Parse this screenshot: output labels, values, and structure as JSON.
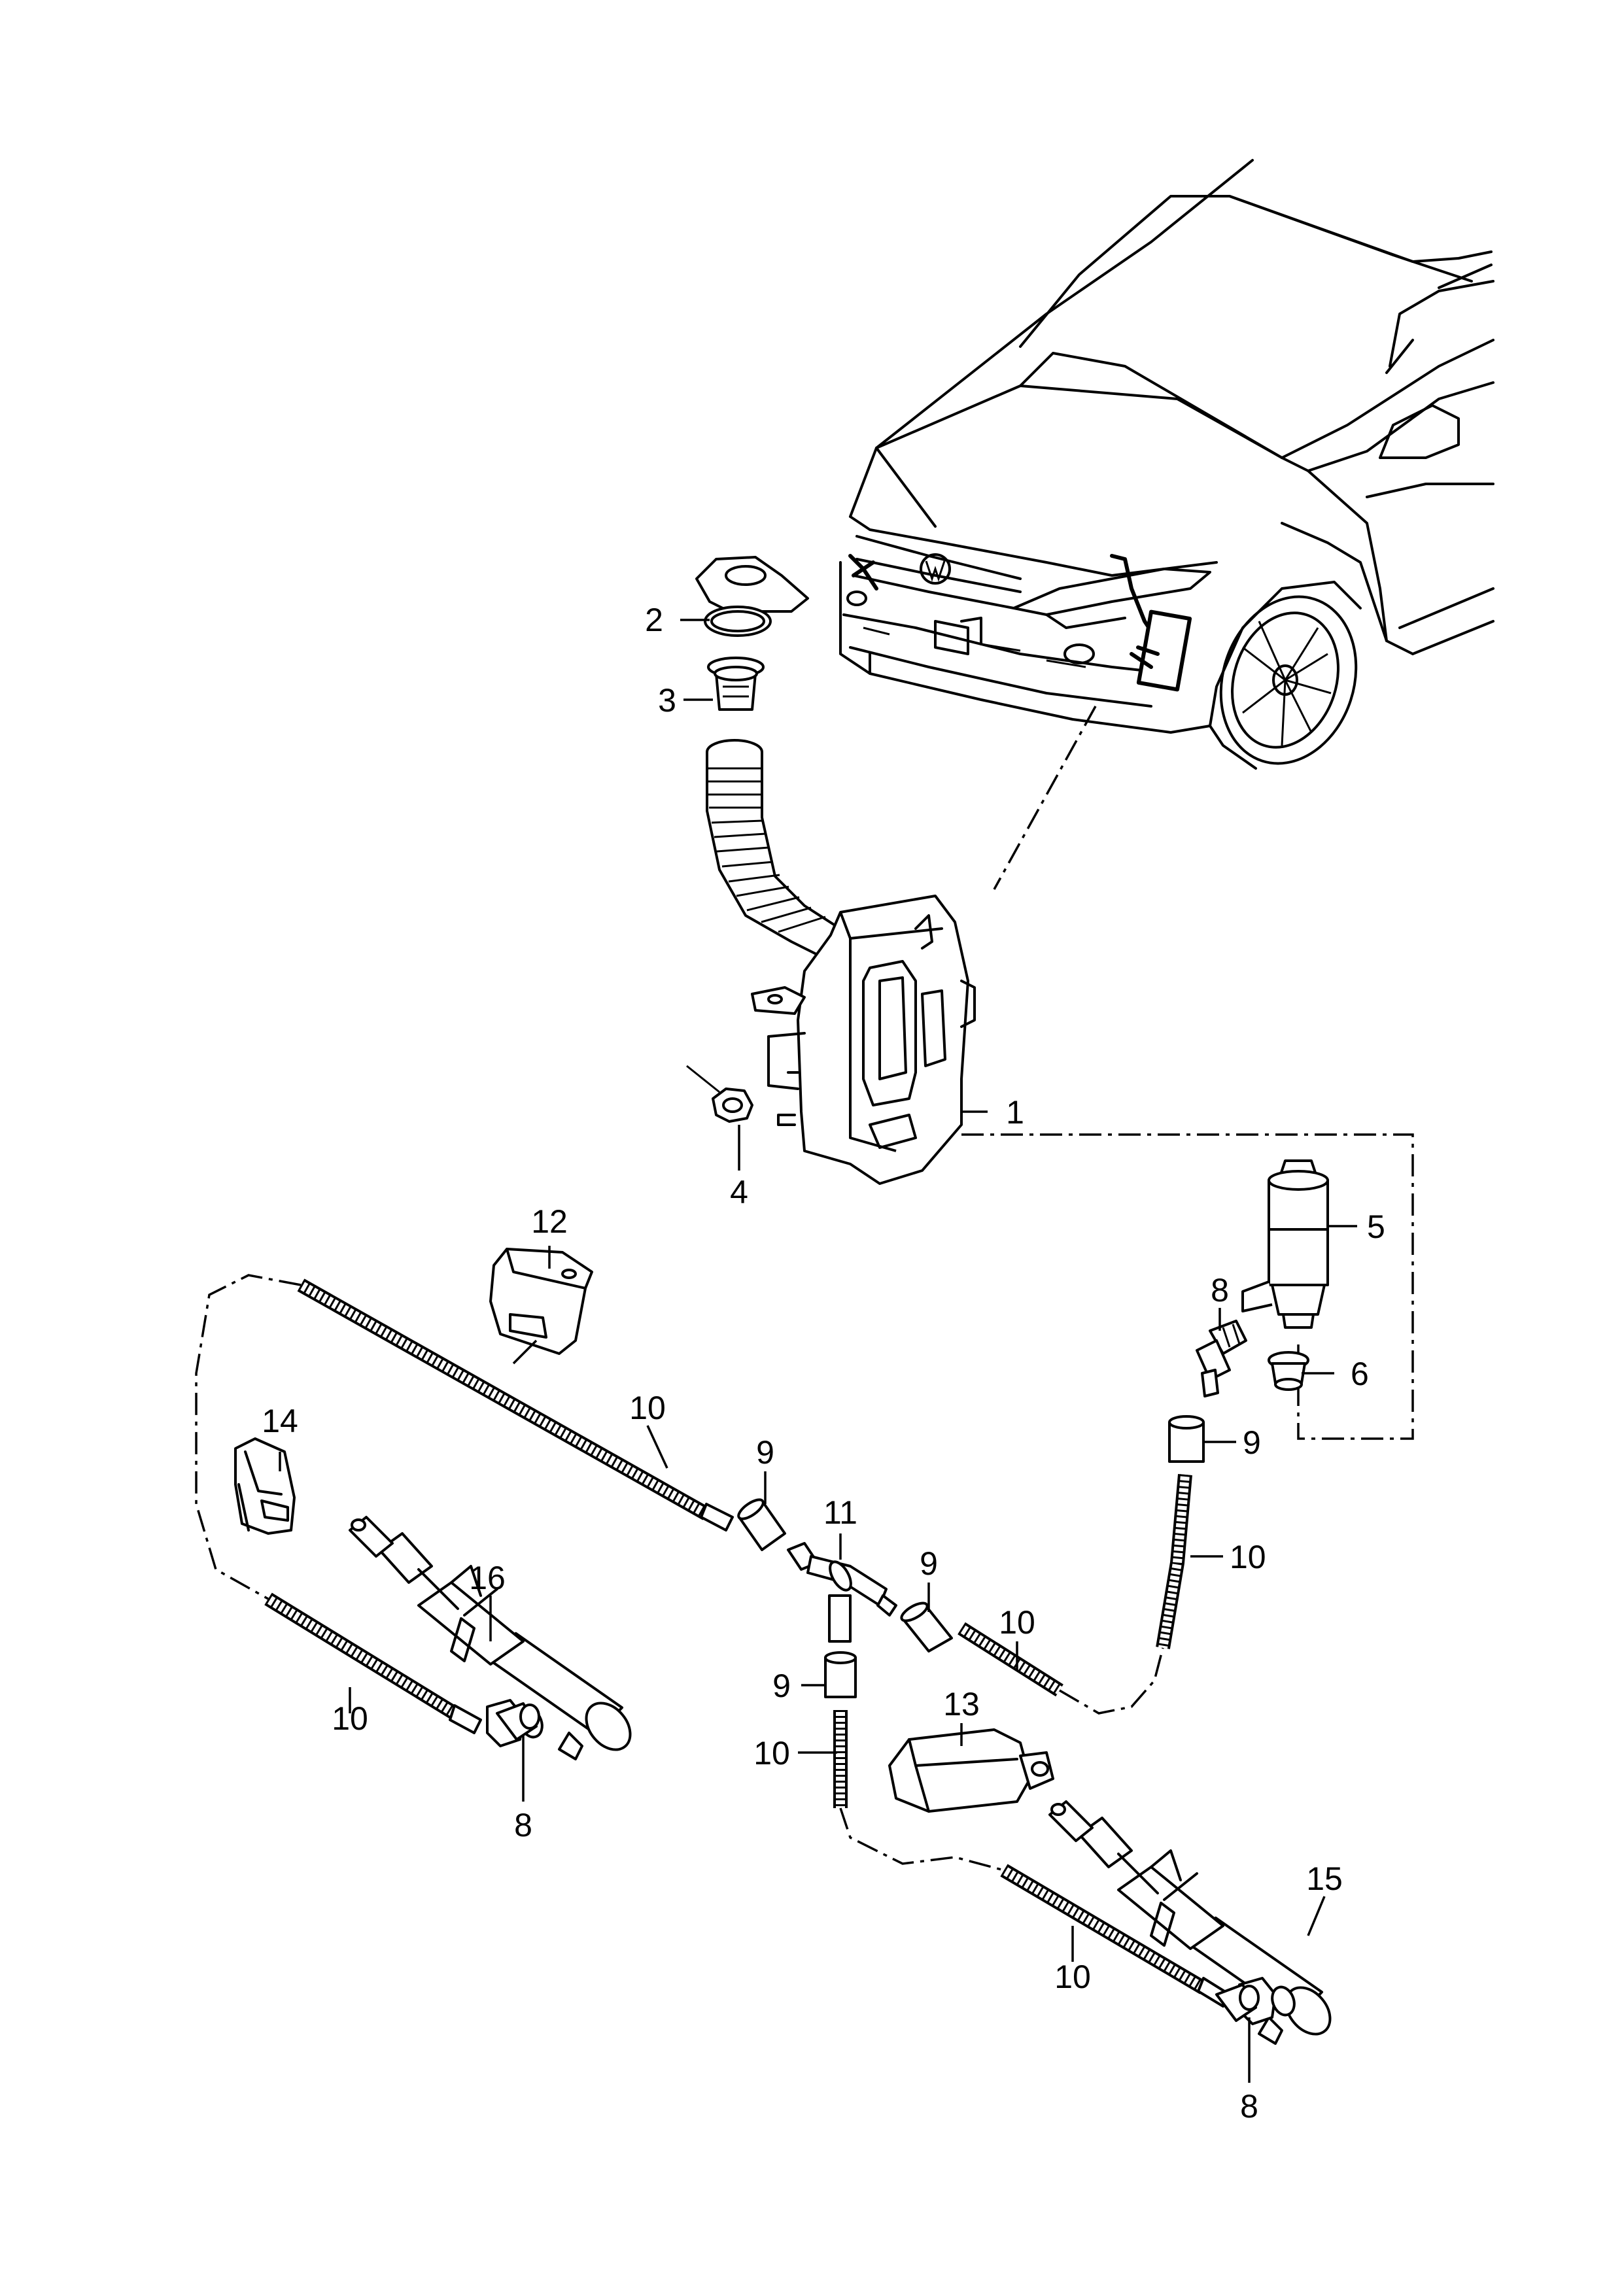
{
  "callouts": {
    "c1": "1",
    "c2": "2",
    "c3": "3",
    "c4": "4",
    "c5": "5",
    "c6": "6",
    "c8_top": "8",
    "c8_left": "8",
    "c8_bottom": "8",
    "c9_right": "9",
    "c9_center": "9",
    "c9_mid": "9",
    "c9_lower": "9",
    "c10_top": "10",
    "c10_right": "10",
    "c10_mid": "10",
    "c10_left": "10",
    "c10_lower": "10",
    "c10_bottom": "10",
    "c11": "11",
    "c12": "12",
    "c13": "13",
    "c14": "14",
    "c15": "15",
    "c16": "16"
  },
  "icons": [
    "vehicle-front-view",
    "washer-reservoir",
    "filler-cap",
    "strainer-insert",
    "nut",
    "washer-pump",
    "grommet",
    "nozzle",
    "hose-connector",
    "washer-hose",
    "t-piece",
    "cover-bracket",
    "control-unit",
    "holder",
    "headlight-washer-nozzle"
  ]
}
